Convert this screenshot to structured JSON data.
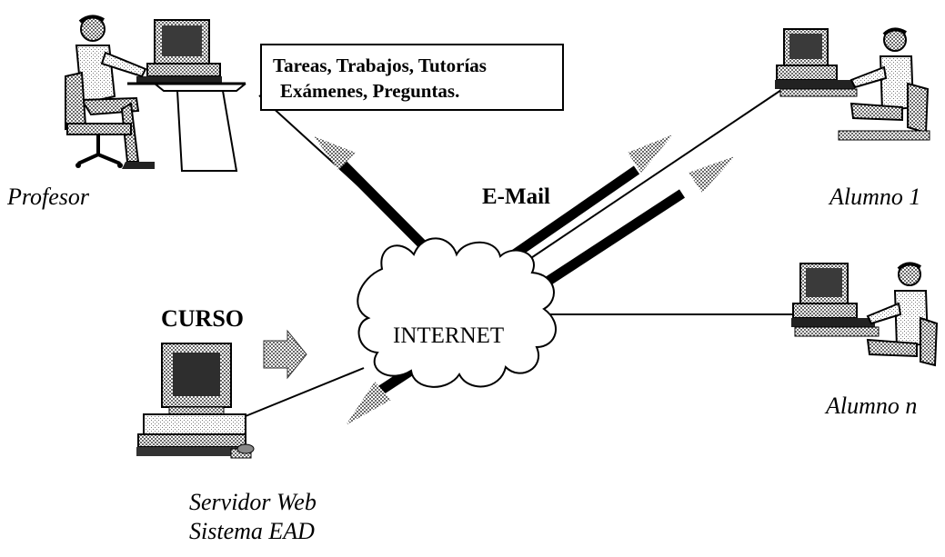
{
  "labels": {
    "profesor": "Profesor",
    "alumno1": "Alumno 1",
    "alumnon": "Alumno n",
    "email": "E-Mail",
    "curso": "CURSO",
    "internet": "INTERNET",
    "servidor_line1": "Servidor Web",
    "servidor_line2": "Sistema EAD"
  },
  "message_box": {
    "line1": "Tareas, Trabajos, Tutorías",
    "line2": "Exámenes, Preguntas."
  },
  "colors": {
    "line": "#000000",
    "arrow_fill": "#b8b8b8",
    "cloud_stroke": "#000000",
    "background": "#ffffff"
  },
  "icons": [
    "teacher-at-computer-icon",
    "student-at-computer-icon",
    "web-server-computer-icon",
    "cloud-icon"
  ]
}
